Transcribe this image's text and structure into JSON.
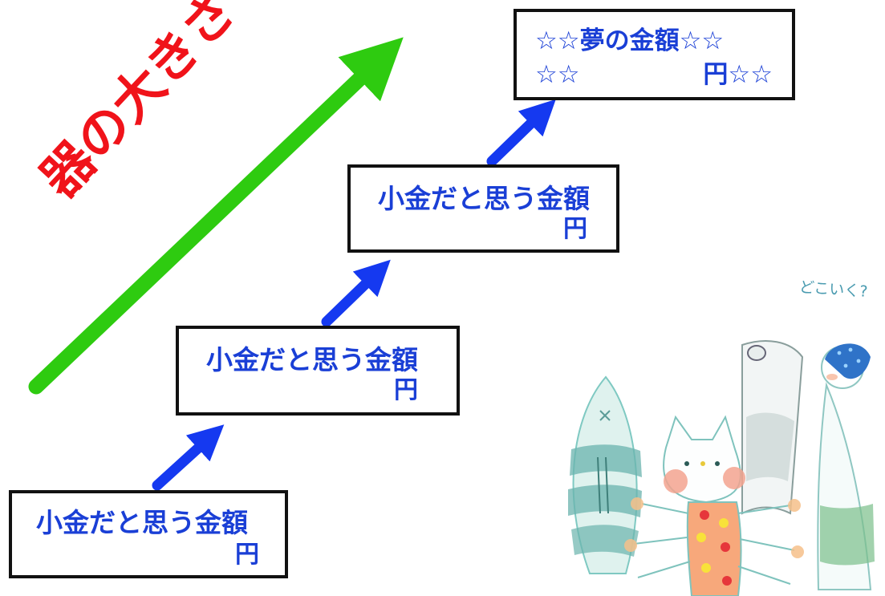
{
  "growth": {
    "label": "器の大きさ UP",
    "color": "#2ecb10",
    "label_color": "#f0131a"
  },
  "boxes": [
    {
      "line1": "小金だと思う金額",
      "line2": "円"
    },
    {
      "line1": "小金だと思う金額",
      "line2": "円"
    },
    {
      "line1": "小金だと思う金額",
      "line2": "円"
    }
  ],
  "dream": {
    "line1": "☆☆夢の金額☆☆",
    "line2_left": "☆☆",
    "line2_right": "円☆☆"
  },
  "illustration": {
    "caption": "どこいく?",
    "icon": "cat-and-fish-illustration"
  },
  "colors": {
    "box_text": "#1a3fd6",
    "step_arrow": "#1539f0"
  }
}
